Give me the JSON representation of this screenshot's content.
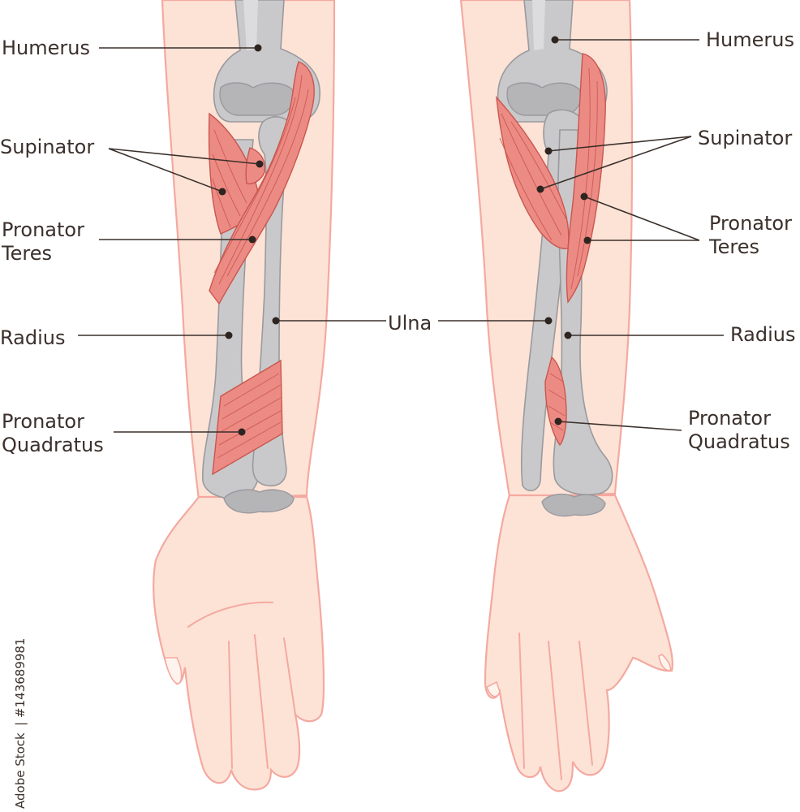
{
  "labels": {
    "left": {
      "humerus": "Humerus",
      "supinator": "Supinator",
      "pronator_teres_1": "Pronator",
      "pronator_teres_2": "Teres",
      "radius": "Radius",
      "pronator_quadratus_1": "Pronator",
      "pronator_quadratus_2": "Quadratus"
    },
    "center": {
      "ulna": "Ulna"
    },
    "right": {
      "humerus": "Humerus",
      "supinator": "Supinator",
      "pronator_teres_1": "Pronator",
      "pronator_teres_2": "Teres",
      "radius": "Radius",
      "pronator_quadratus_1": "Pronator",
      "pronator_quadratus_2": "Quadratus"
    }
  },
  "watermark": {
    "brand": "Adobe Stock",
    "id": "#143689981"
  },
  "colors": {
    "skin_fill": "#fde3d6",
    "skin_outline": "#f4a9a0",
    "bone": "#c9c9cb",
    "muscle": "#ec8b84",
    "label_text": "#3b302b"
  }
}
